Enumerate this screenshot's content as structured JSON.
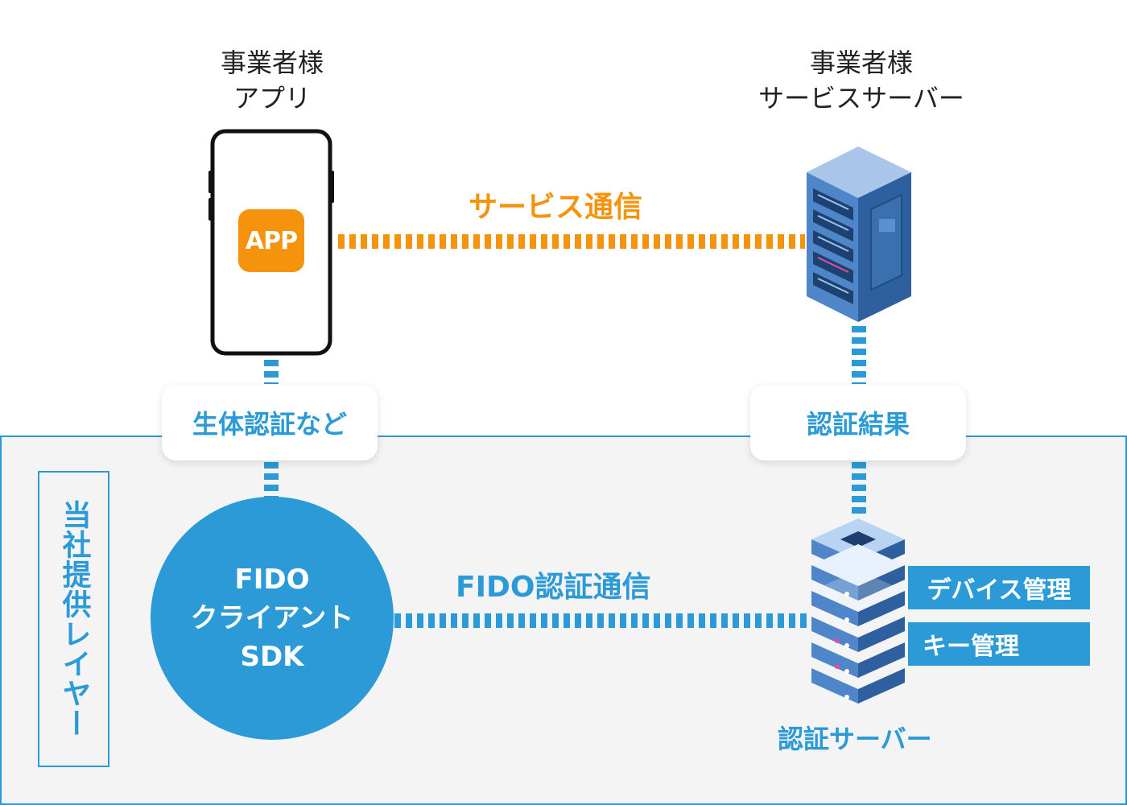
{
  "app_title": "事業者様\nアプリ",
  "service_server_title": "事業者様\nサービスサーバー",
  "app_icon_label": "APP",
  "service_comm_label": "サービス通信",
  "biometric_pill": "生体認証など",
  "auth_result_pill": "認証結果",
  "layer_label": "当社提供レイヤー",
  "sdk": {
    "line1": "FIDO",
    "line2": "クライアント",
    "line3": "SDK"
  },
  "fido_comm_label": "FIDO認証通信",
  "tags": {
    "device_mgmt": "デバイス管理",
    "key_mgmt": "キー管理"
  },
  "auth_server_label": "認証サーバー",
  "colors": {
    "blue": "#2b9ad6",
    "orange": "#f5930d",
    "server_blue": "#3a6fb0"
  },
  "icons": [
    "smartphone-icon",
    "server-rack-icon",
    "auth-server-icon"
  ]
}
